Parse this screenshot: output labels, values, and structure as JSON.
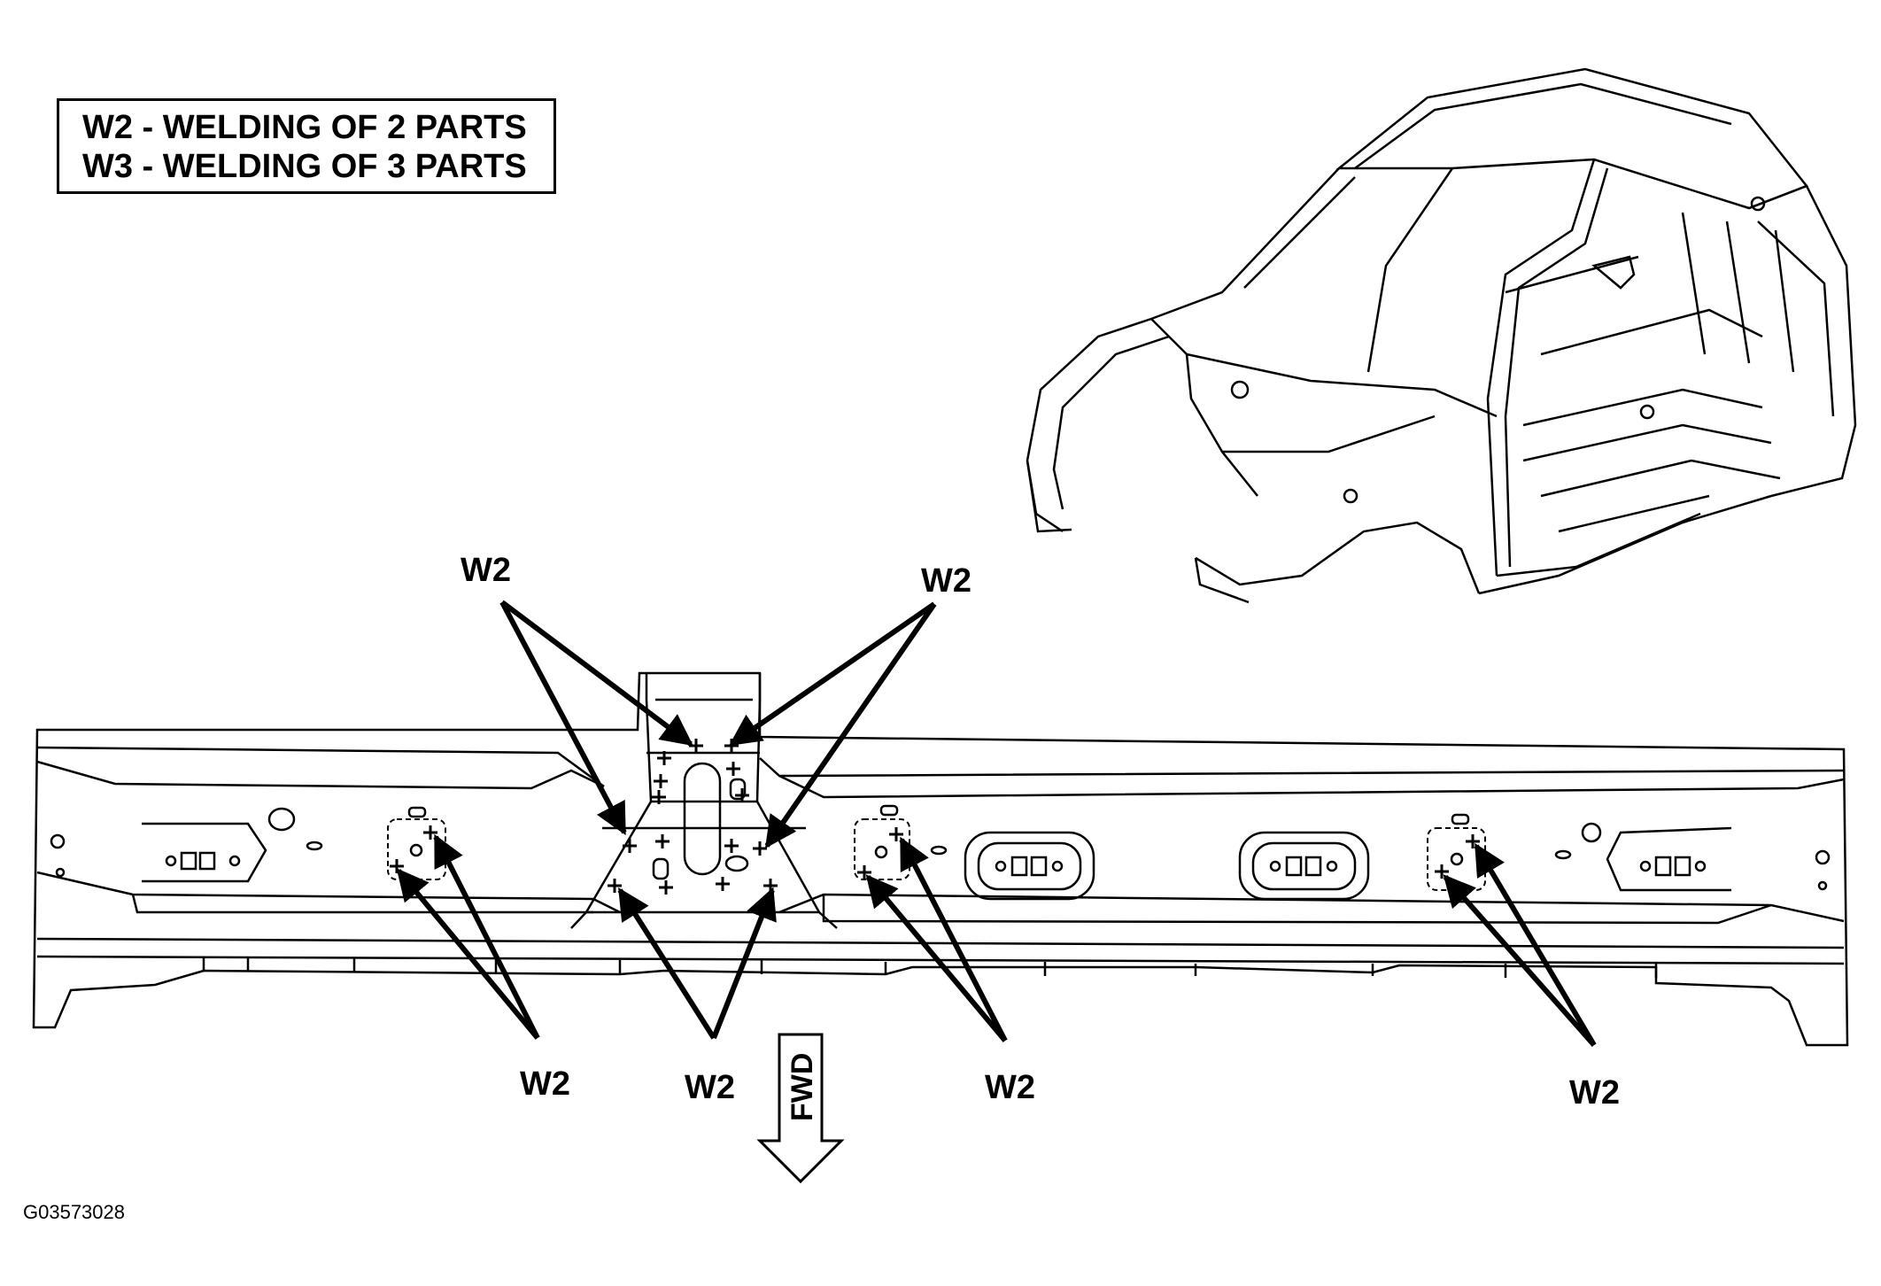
{
  "legend": {
    "w2": "W2 - WELDING OF 2 PARTS",
    "w3": "W3 - WELDING OF 3 PARTS"
  },
  "callouts": {
    "top_left": "W2",
    "top_right": "W2",
    "bottom_1": "W2",
    "bottom_2": "W2",
    "bottom_3": "W2",
    "bottom_4": "W2"
  },
  "direction": "FWD",
  "figure_id": "G03573028",
  "colors": {
    "line": "#000000",
    "background": "#ffffff"
  }
}
